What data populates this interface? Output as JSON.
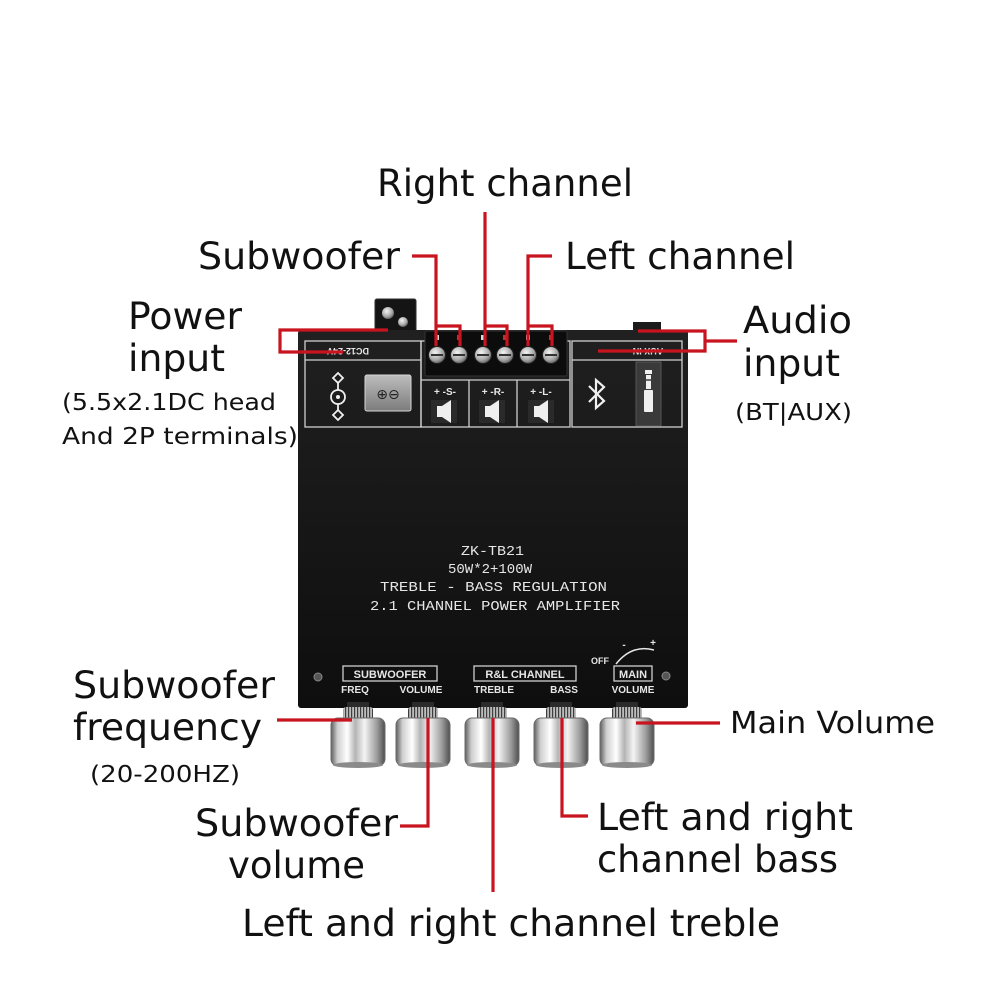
{
  "callouts": {
    "right_channel": "Right channel",
    "subwoofer_output": "Subwoofer",
    "left_channel": "Left channel",
    "power_input": [
      "Power",
      "input"
    ],
    "power_input_note": [
      "(5.5x2.1DC head",
      "And 2P terminals)"
    ],
    "audio_input": [
      "Audio",
      "input"
    ],
    "audio_input_note": "(BT|AUX)",
    "subwoofer_frequency": [
      "Subwoofer",
      "frequency"
    ],
    "subwoofer_frequency_note": "(20-200HZ)",
    "main_volume": "Main Volume",
    "subwoofer_volume": [
      "Subwoofer",
      "volume"
    ],
    "channel_bass": [
      "Left and right",
      "channel bass"
    ],
    "channel_treble": "Left and right channel treble"
  },
  "board": {
    "model": "ZK-TB21",
    "power_rating": "50W*2+100W",
    "feature_line": "TREBLE - BASS REGULATION",
    "description_line": "2.1 CHANNEL POWER AMPLIFIER",
    "power_label": "DC12-24V",
    "terminal_polarity": "⊕⊖",
    "speaker_labels": [
      "+ -S-",
      "+ -R-",
      "+ -L-"
    ],
    "aux_label": "AUX IN"
  },
  "knob_panel": {
    "subwoofer_group": "SUBWOOFER",
    "subwoofer_freq": "FREQ",
    "subwoofer_volume": "VOLUME",
    "rl_group": "R&L CHANNEL",
    "treble": "TREBLE",
    "bass": "BASS",
    "off": "OFF",
    "main_group": "MAIN",
    "main_volume": "VOLUME",
    "minus": "-",
    "plus": "+"
  },
  "icons": {
    "power_jack": "dc-jack-icon",
    "power_terminal": "terminal-block-icon",
    "speaker": "speaker-icon",
    "bluetooth": "bluetooth-icon",
    "aux": "aux-jack-icon"
  },
  "colors": {
    "callout_line": "#c8141e",
    "label_text": "#111111",
    "board": "#161616",
    "board_text": "#e6e6e6"
  }
}
